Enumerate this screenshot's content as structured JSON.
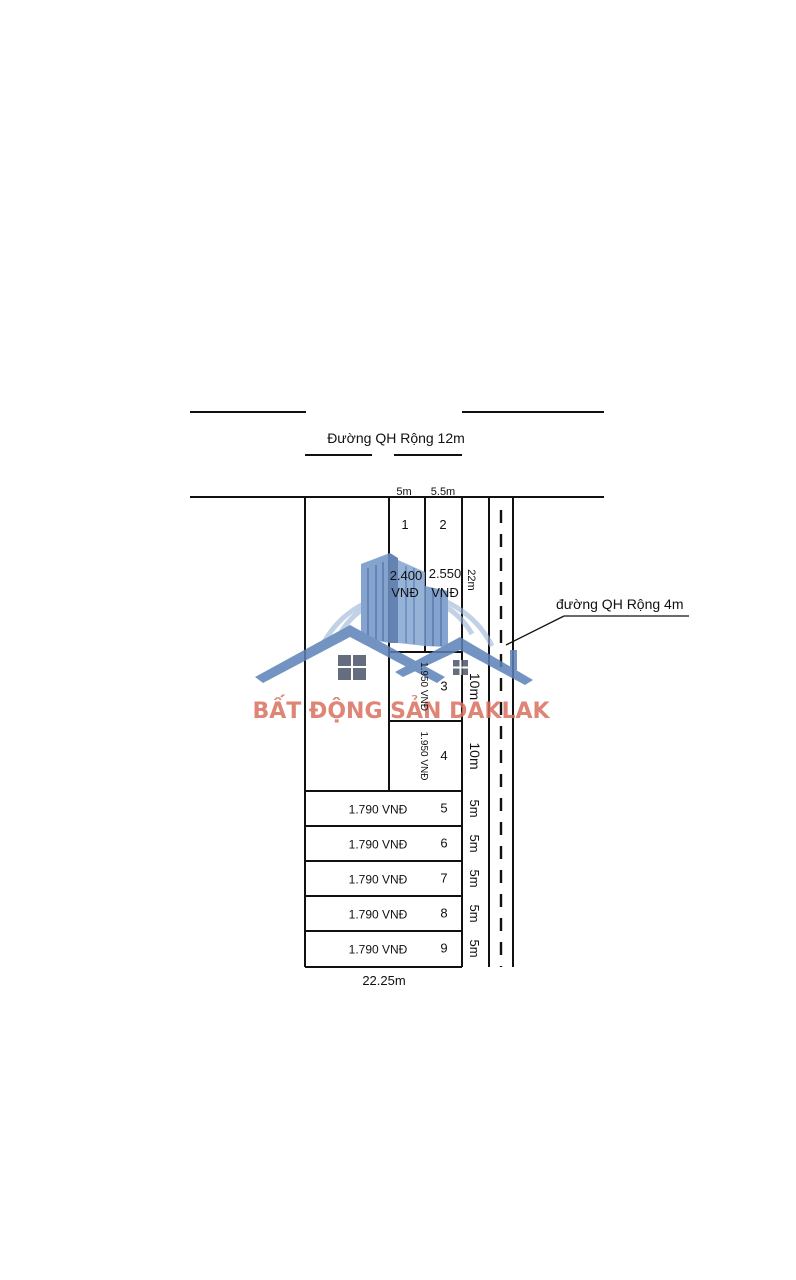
{
  "road_main": {
    "label": "Đường QH Rộng  12m"
  },
  "road_side": {
    "label": "đường QH Rộng 4m"
  },
  "top_widths": {
    "lot1": "5m",
    "lot2": "5.5m"
  },
  "depth_label": "22m",
  "bottom_width": "22.25m",
  "lots": [
    {
      "number": "1",
      "price": "2.400"
    },
    {
      "number": "2",
      "price": "2.550"
    },
    {
      "number": "3",
      "price": "1.950 VNĐ",
      "frontage": "10m"
    },
    {
      "number": "4",
      "price": "1.950 VNĐ",
      "frontage": "10m"
    },
    {
      "number": "5",
      "price": "1.790 VNĐ",
      "frontage": "5m"
    },
    {
      "number": "6",
      "price": "1.790 VNĐ",
      "frontage": "5m"
    },
    {
      "number": "7",
      "price": "1.790 VNĐ",
      "frontage": "5m"
    },
    {
      "number": "8",
      "price": "1.790 VNĐ",
      "frontage": "5m"
    },
    {
      "number": "9",
      "price": "1.790 VNĐ",
      "frontage": "5m"
    }
  ],
  "currency": "VNĐ",
  "watermark": {
    "text": "BẤT ĐỘNG SẢN DAKLAK",
    "text_color": "#d9705f",
    "roof_color": "#5b82b8",
    "building_color": "#6f93c6"
  }
}
